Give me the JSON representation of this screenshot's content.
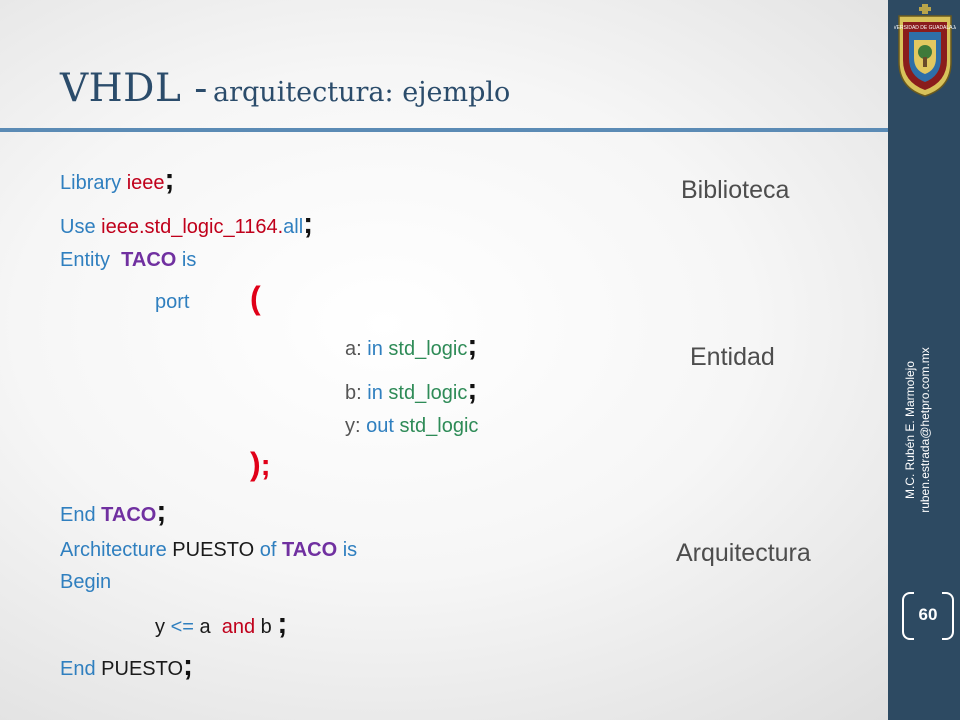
{
  "title": {
    "main": "VHDL  -",
    "sub": "arquitectura: ejemplo"
  },
  "code": {
    "l1": {
      "kw": "Library",
      "lib": "ieee",
      "semi": ";"
    },
    "l2": {
      "kw": "Use",
      "lib": "ieee.std_logic_1164.",
      "all": "all",
      "semi": ";"
    },
    "l3": {
      "kw": "Entity",
      "name": "TACO",
      "is": "is"
    },
    "l4": {
      "kw": "port",
      "paren": "("
    },
    "l5": {
      "sig": "a:",
      "mode": "in",
      "type": "std_logic",
      "semi": ";"
    },
    "l6": {
      "sig": "b:",
      "mode": "in",
      "type": "std_logic",
      "semi": ";"
    },
    "l7": {
      "sig": "y:",
      "mode": "out",
      "type": "std_logic"
    },
    "l8": {
      "paren": ")",
      "semi": ";"
    },
    "l9": {
      "kw": "End",
      "name": "TACO",
      "semi": ";"
    },
    "l10": {
      "kw": "Architecture",
      "arch": "PUESTO",
      "of": "of",
      "name": "TACO",
      "is": "is"
    },
    "l11": {
      "kw": "Begin"
    },
    "l12": {
      "lhs": "y",
      "op": "<=",
      "a": "a",
      "and": "and",
      "b": "b",
      "semi": ";"
    },
    "l13": {
      "kw": "End",
      "arch": "PUESTO",
      "semi": ";"
    }
  },
  "labels": {
    "biblioteca": "Biblioteca",
    "entidad": "Entidad",
    "arquitectura": "Arquitectura"
  },
  "credit": {
    "line1": "M.C. Rubén E. Marmolejo",
    "line2": "ruben.estrada@hetpro.com.mx"
  },
  "page_number": "60",
  "logo_text": "UNIVERSIDAD DE GUADALAJARA",
  "colors": {
    "sidebar": "#2d4a62",
    "accent_rule": "#5b8bb5",
    "keyword": "#2f7fbf",
    "library": "#c0001b",
    "entity": "#7030a0",
    "paren": "#e00018"
  }
}
